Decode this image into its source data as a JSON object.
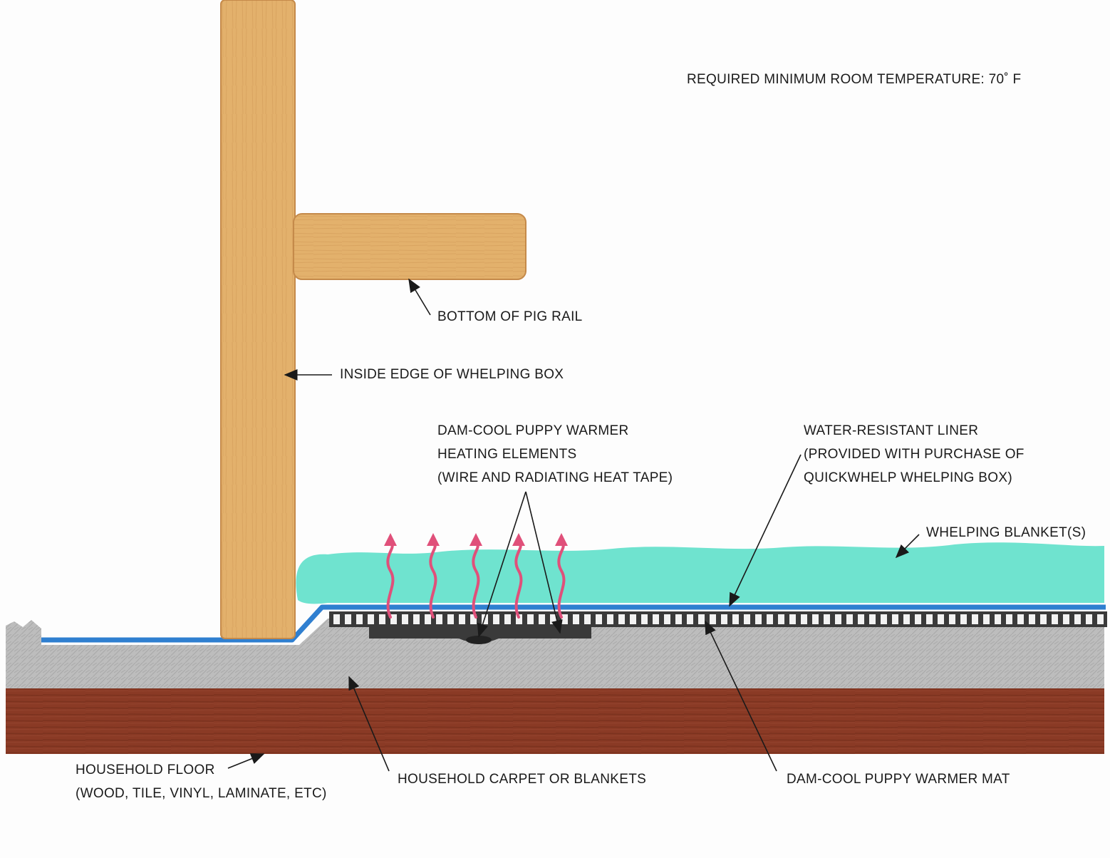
{
  "diagram": {
    "room_temp_note": "REQUIRED MINIMUM ROOM TEMPERATURE: 70˚ F",
    "labels": {
      "pig_rail": "BOTTOM OF PIG RAIL",
      "box_edge": "INSIDE EDGE OF WHELPING BOX",
      "heating": {
        "line1": "DAM-COOL PUPPY WARMER",
        "line2": "HEATING ELEMENTS",
        "line3": "(WIRE AND RADIATING HEAT TAPE)"
      },
      "liner": {
        "line1": "WATER-RESISTANT LINER",
        "line2": "(PROVIDED WITH PURCHASE OF",
        "line3": "QUICKWHELP WHELPING BOX)"
      },
      "blanket": "WHELPING BLANKET(S)",
      "floor": {
        "line1": "HOUSEHOLD FLOOR",
        "line2": "(WOOD, TILE, VINYL, LAMINATE, ETC)"
      },
      "carpet": "HOUSEHOLD CARPET OR BLANKETS",
      "mat": "DAM-COOL PUPPY WARMER MAT"
    },
    "colors": {
      "wood": "#e3b16c",
      "wood_edge": "#c58a4a",
      "blanket": "#6fe3cf",
      "liner": "#2f7fd0",
      "carpet": "#bdbdbd",
      "floor": "#8a3a25",
      "heat_arrows": "#e0507a",
      "mat": "#3a3a3a",
      "text": "#1a1a1a"
    },
    "heat_arrow_count": 5
  }
}
